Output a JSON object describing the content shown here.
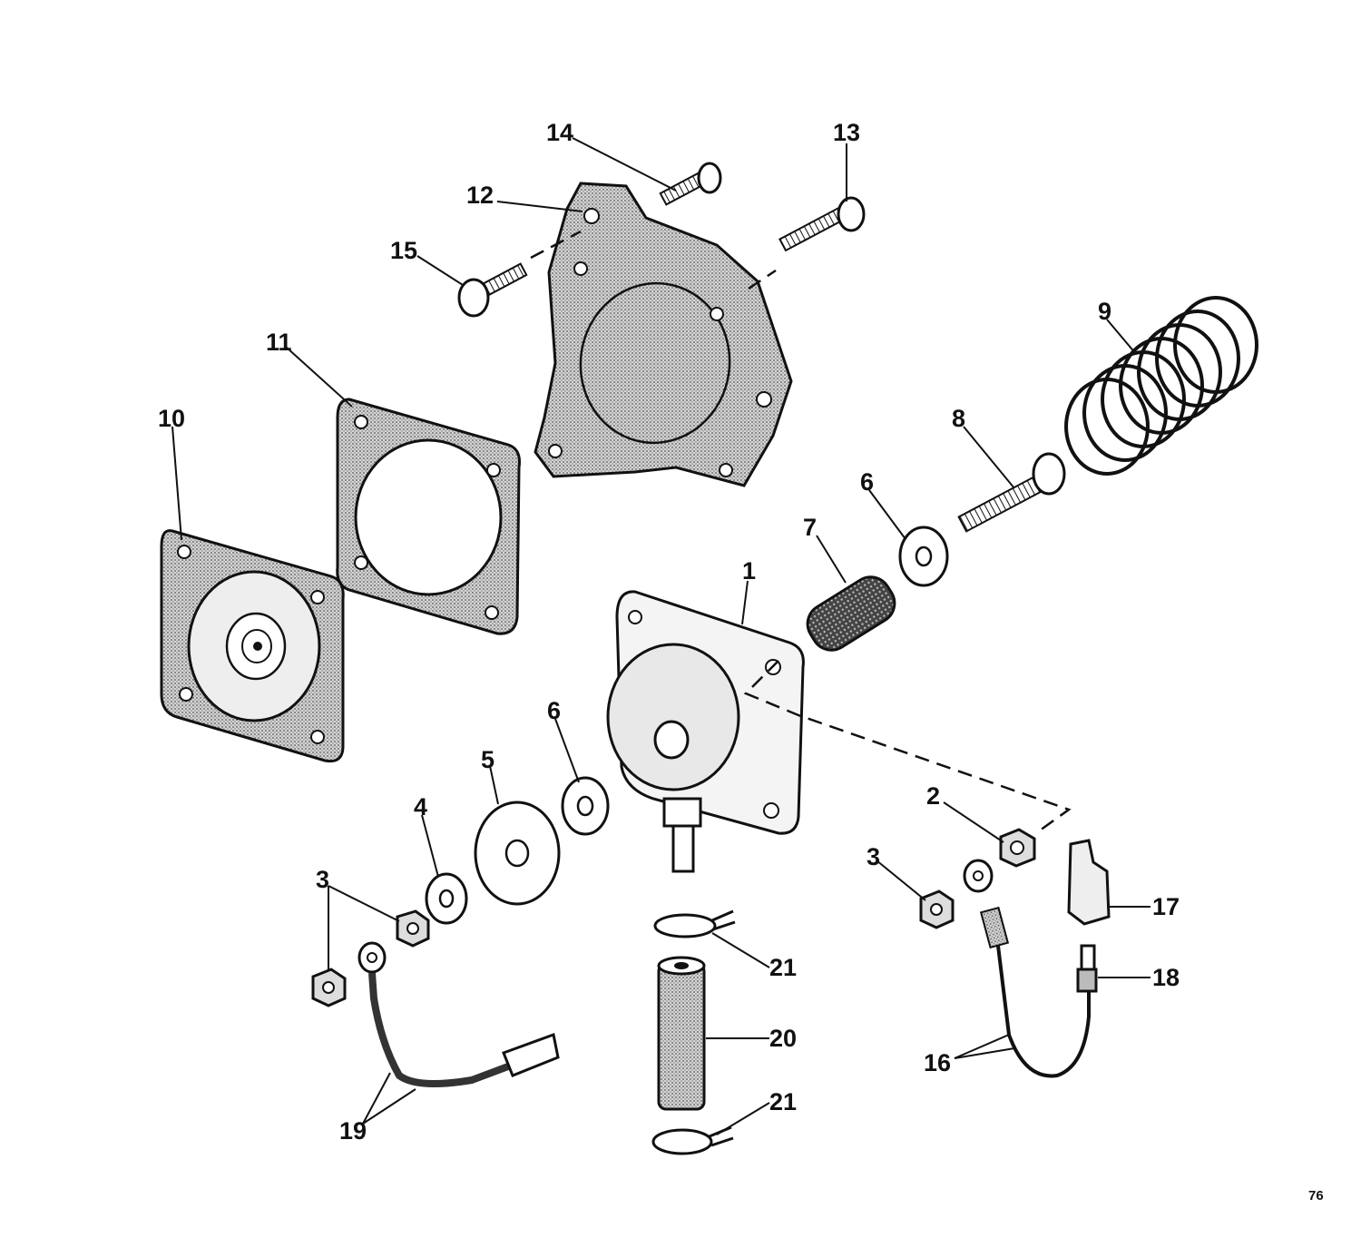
{
  "diagram": {
    "callouts": [
      "1",
      "2",
      "3",
      "3",
      "4",
      "5",
      "6",
      "6",
      "7",
      "8",
      "9",
      "10",
      "11",
      "12",
      "13",
      "14",
      "15",
      "16",
      "17",
      "18",
      "19",
      "20",
      "21",
      "21"
    ],
    "page_number": "76"
  },
  "colors": {
    "ink": "#111111",
    "stipple": "#9a9a9a",
    "body": "#e8e8e8"
  }
}
